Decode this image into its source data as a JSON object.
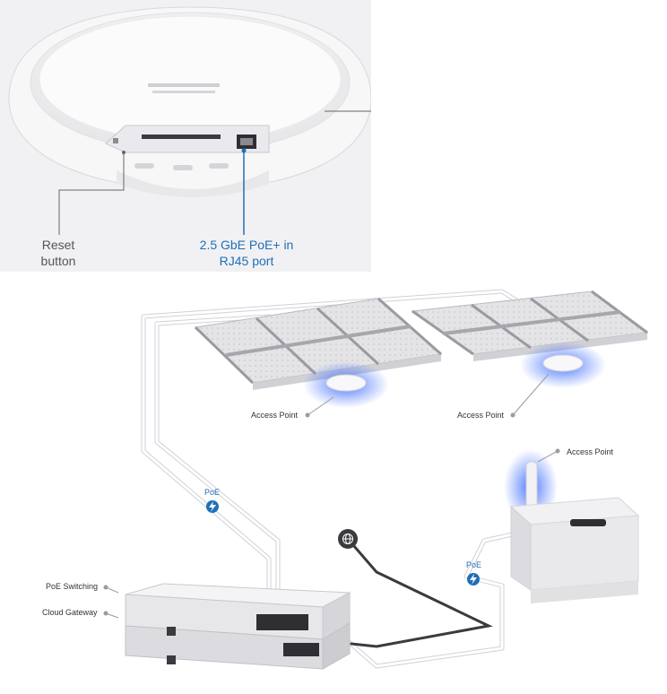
{
  "product": {
    "reset_line1": "Reset",
    "reset_line2": "button",
    "port_line1": "2.5 GbE PoE+ in",
    "port_line2": "RJ45 port"
  },
  "diagram": {
    "ap_left": "Access Point",
    "ap_right": "Access Point",
    "ap_outdoor": "Access Point",
    "poe_left": "PoE",
    "poe_right": "PoE",
    "poe_switching": "PoE Switching",
    "cloud_gateway": "Cloud Gateway"
  },
  "icons": [
    "globe-icon",
    "lightning-icon"
  ],
  "colors": {
    "accent": "#1f6fb8",
    "glow": "#3d6cff"
  }
}
